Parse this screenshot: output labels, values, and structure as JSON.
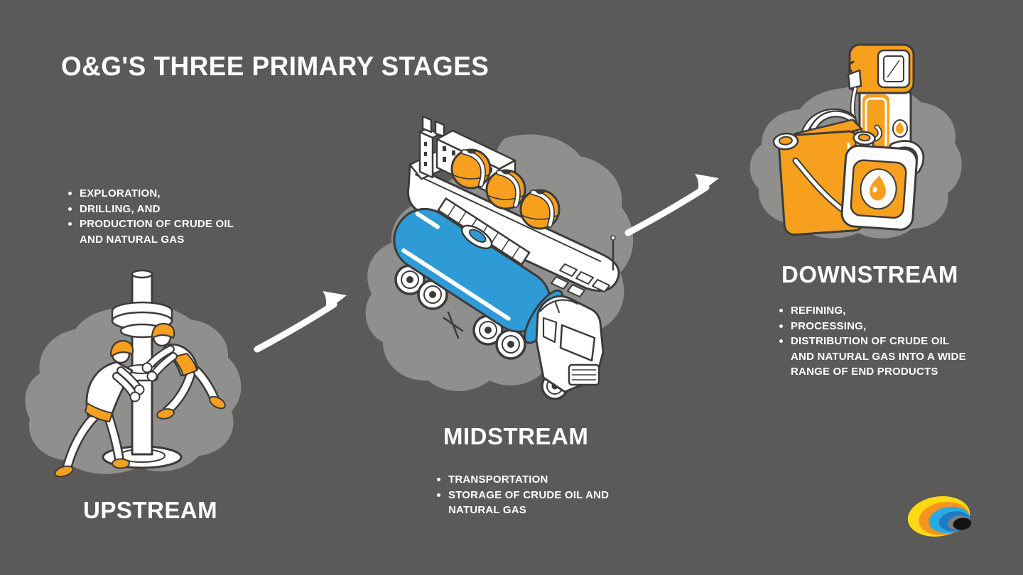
{
  "title": "O&G'S THREE PRIMARY STAGES",
  "sections": {
    "upstream": {
      "label": "UPSTREAM",
      "bullets": [
        "EXPLORATION,",
        "DRILLING, AND",
        "PRODUCTION OF CRUDE OIL AND NATURAL GAS"
      ],
      "illustration": "oil-drilling-workers"
    },
    "midstream": {
      "label": "MIDSTREAM",
      "bullets": [
        "TRANSPORTATION",
        "STORAGE OF CRUDE OIL AND NATURAL GAS"
      ],
      "illustration": "lng-tanker-ship-and-tanker-truck"
    },
    "downstream": {
      "label": "DOWNSTREAM",
      "bullets": [
        "REFINING,",
        "PROCESSING,",
        "DISTRIBUTION OF CRUDE OIL AND NATURAL GAS INTO A WIDE RANGE OF END PRODUCTS"
      ],
      "illustration": "fuel-pump-and-oil-containers"
    }
  },
  "arrows": {
    "upstream_to_midstream": "curved-arrow-up-right",
    "midstream_to_downstream": "curved-arrow-up-right"
  },
  "logo": {
    "name": "concentric-swirl-logo"
  },
  "colors": {
    "background": "#5b5a58",
    "blob_gray": "#8f8f8d",
    "accent_orange": "#f7a01e",
    "accent_blue": "#2e9bd6",
    "outline": "#3c3b39",
    "text": "#fdfdfb",
    "logo_rings": [
      "#ffd913",
      "#f7941d",
      "#29abe2",
      "#1f7ac4",
      "#7f7f7f",
      "#141414"
    ]
  }
}
